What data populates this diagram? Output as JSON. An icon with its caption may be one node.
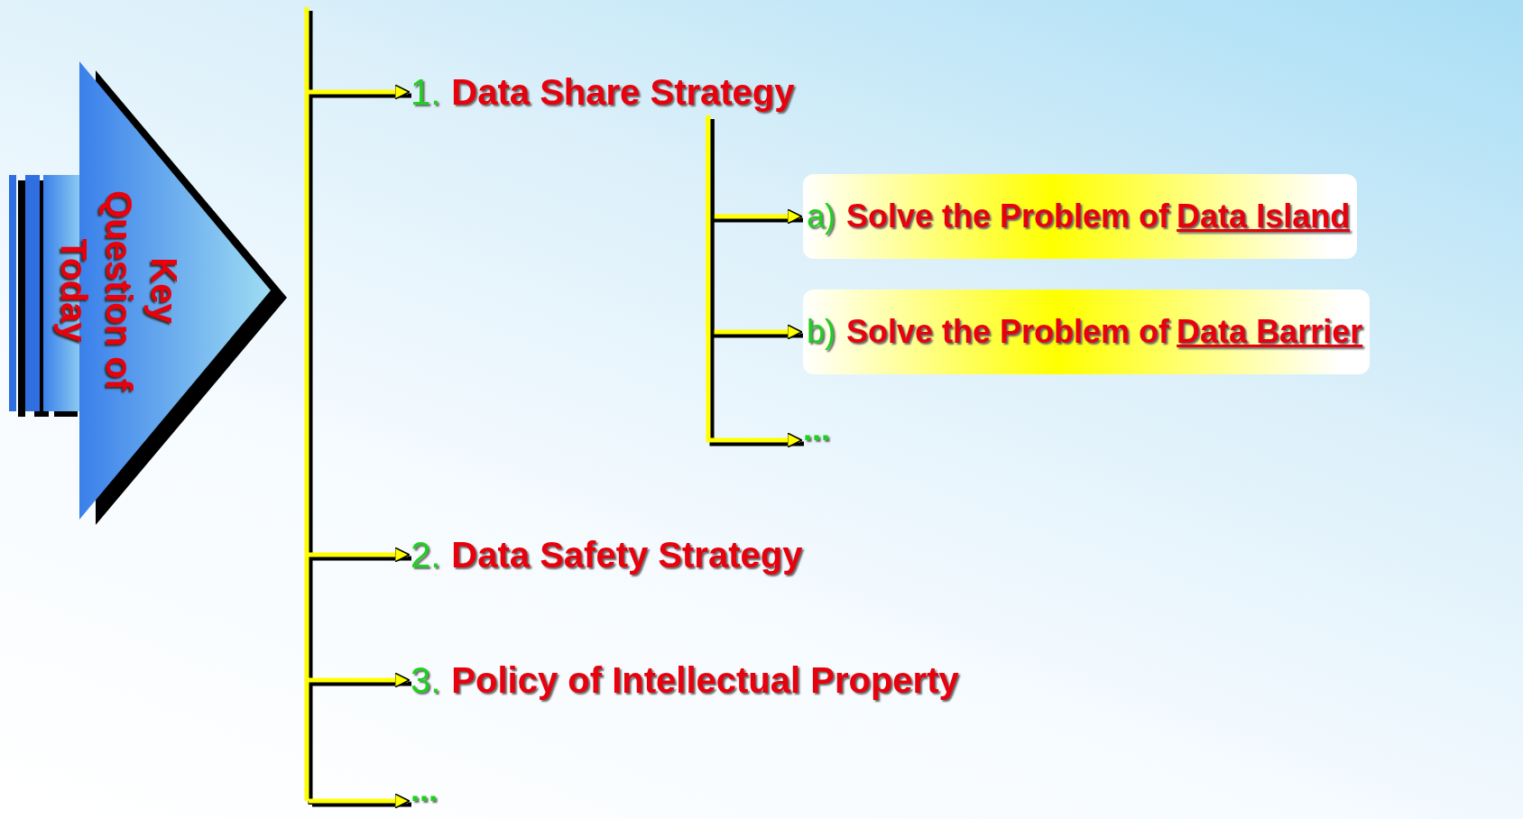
{
  "diagram": {
    "nodes": [
      {
        "text": [
          "Key Question of Today"
        ]
      },
      {
        "text": [
          "1.",
          "Data Share Strategy"
        ]
      },
      {
        "text": [
          "a)",
          "Solve the Problem of",
          "Data Island"
        ]
      },
      {
        "text": [
          "b)",
          "Solve the Problem of",
          "Data Barrier"
        ]
      },
      {
        "text": [
          "..."
        ]
      },
      {
        "text": [
          "2.",
          "Data Safety Strategy"
        ]
      },
      {
        "text": [
          "3.",
          "Policy of Intellectual Property"
        ]
      },
      {
        "text": [
          "..."
        ]
      }
    ],
    "edges": [
      {
        "from": null,
        "to": 1,
        "arrow": "to"
      },
      {
        "from": 1,
        "to": 2,
        "arrow": "to"
      },
      {
        "from": 1,
        "to": 3,
        "arrow": "to"
      },
      {
        "from": 1,
        "to": 4,
        "arrow": "to"
      },
      {
        "from": null,
        "to": 5,
        "arrow": "to"
      },
      {
        "from": null,
        "to": 6,
        "arrow": "to"
      },
      {
        "from": null,
        "to": 7,
        "arrow": "to"
      }
    ]
  }
}
